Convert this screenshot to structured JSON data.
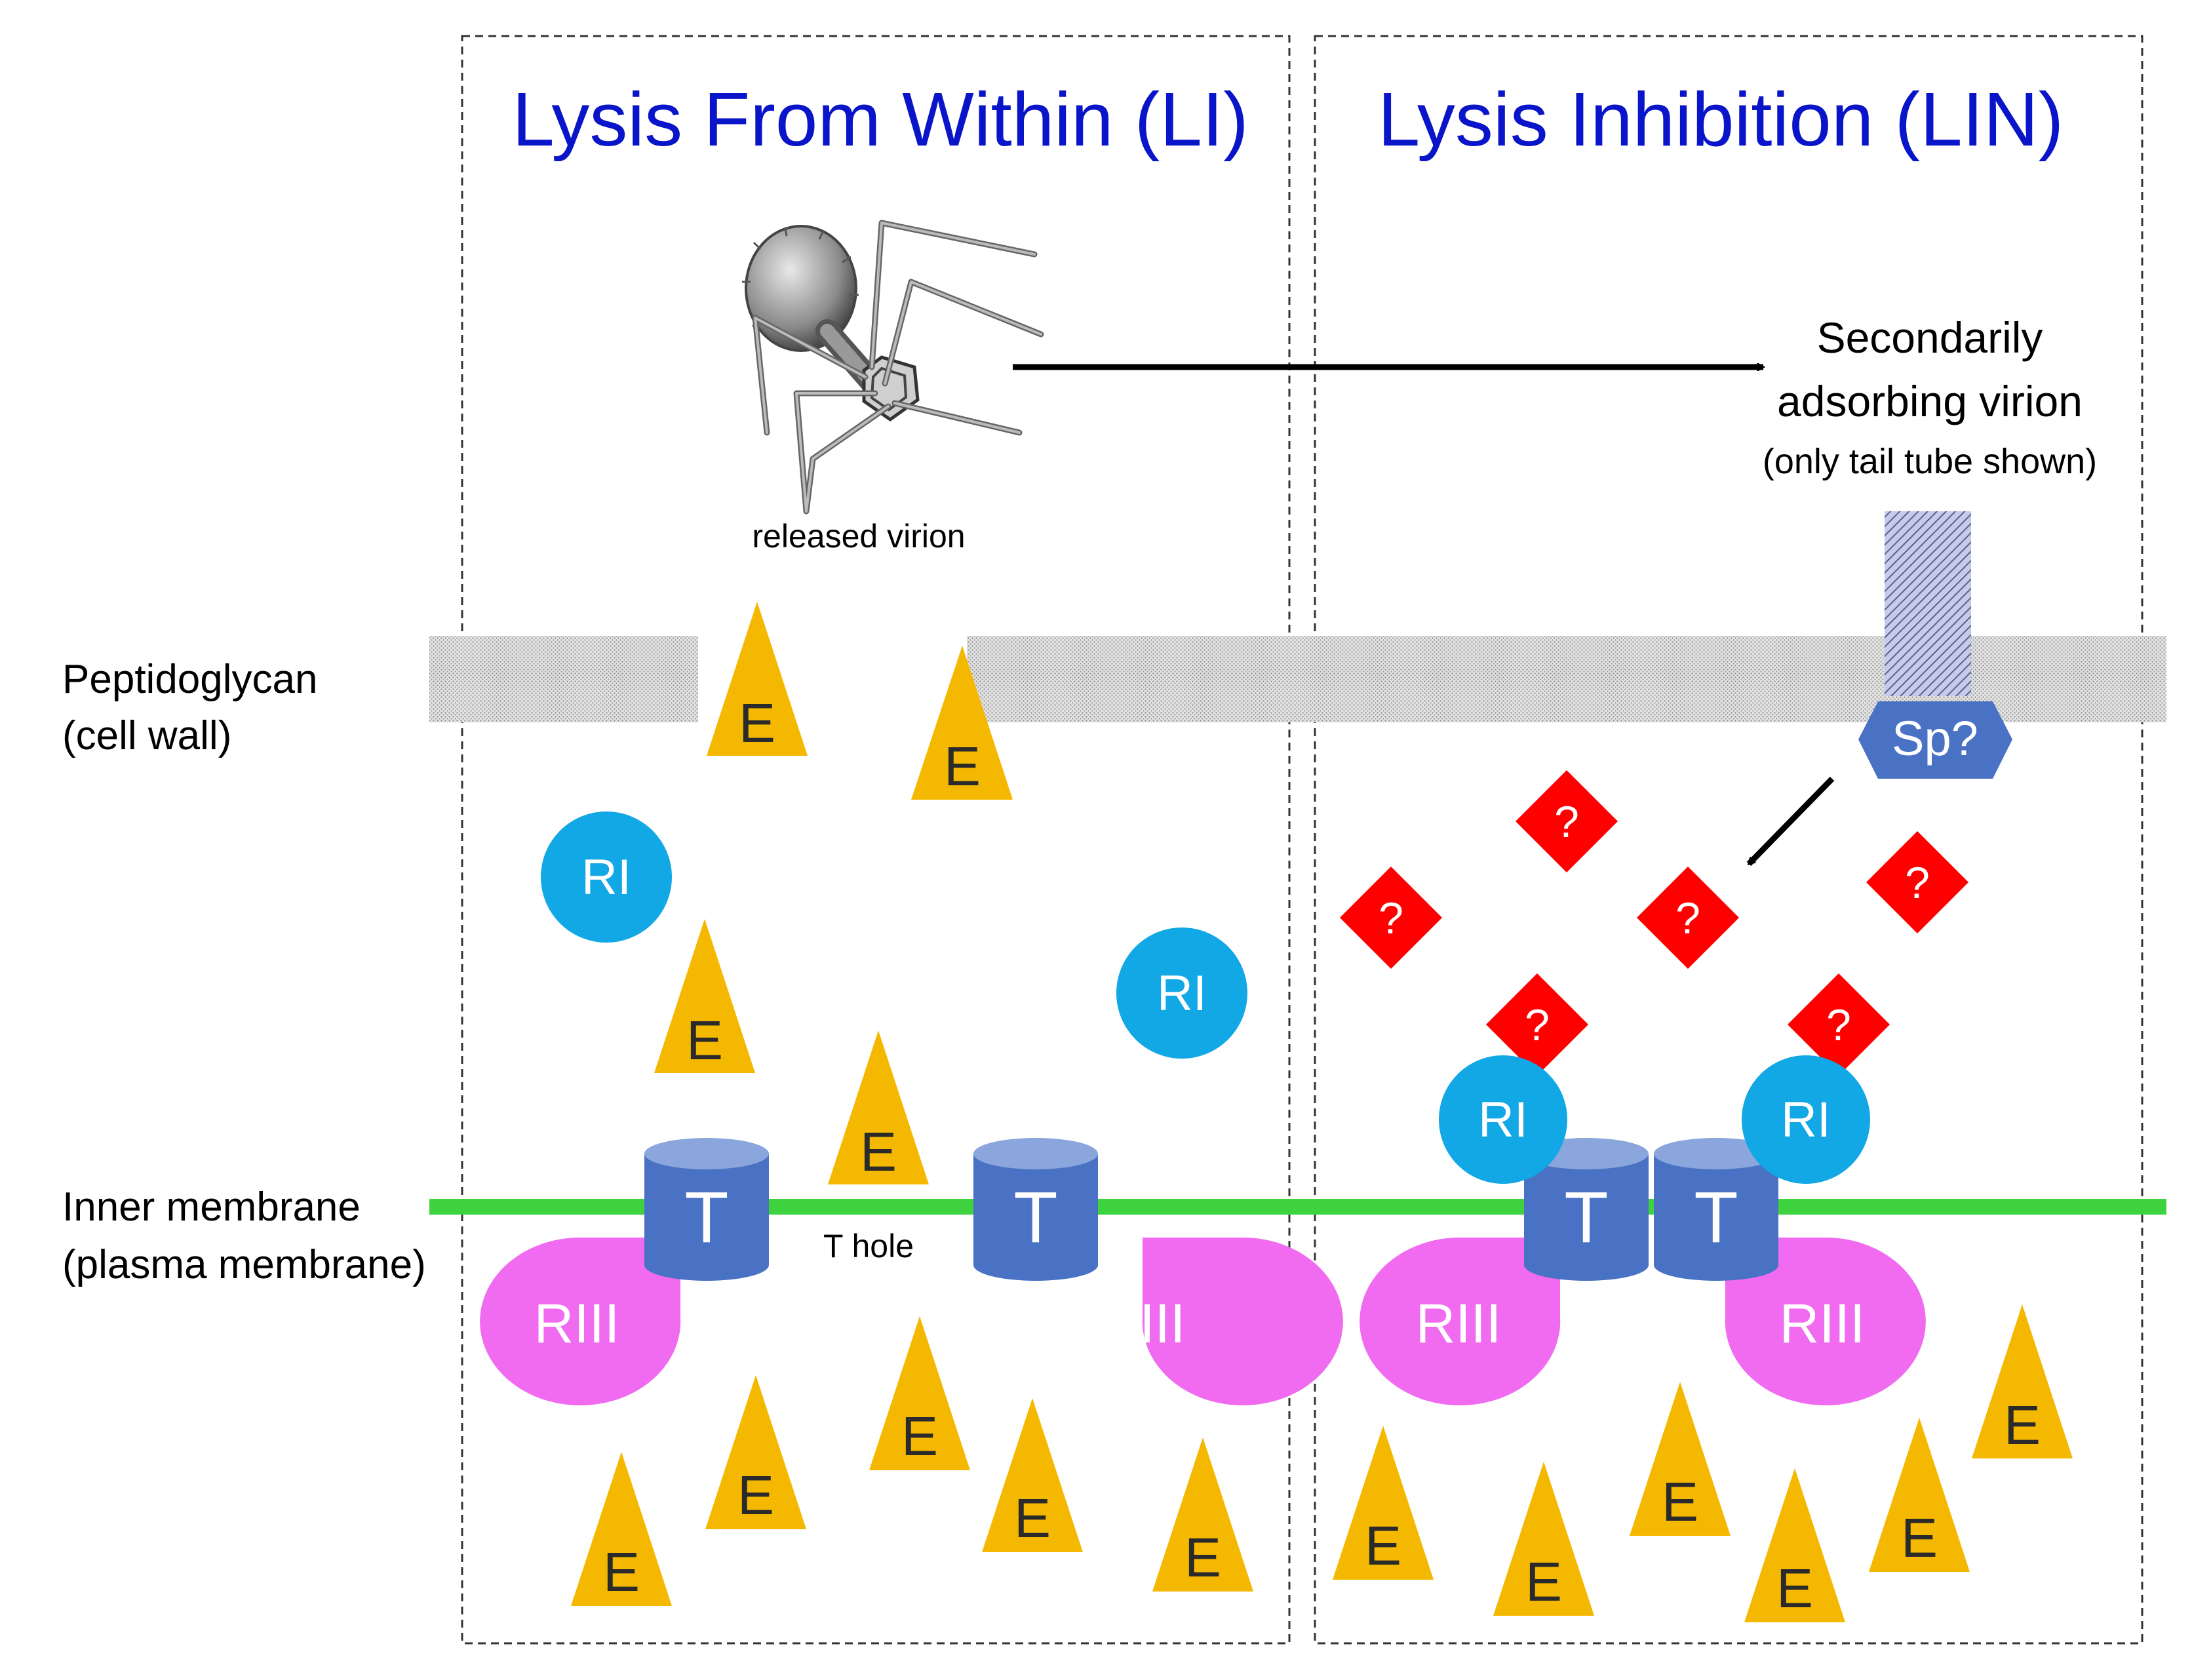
{
  "panels": {
    "left_title": "Lysis From Within (LI)",
    "right_title": "Lysis Inhibition (LIN)"
  },
  "layer_labels": {
    "peptidoglycan_line1": "Peptidoglycan",
    "peptidoglycan_line2": "(cell wall)",
    "membrane_line1": "Inner membrane",
    "membrane_line2": "(plasma membrane)"
  },
  "annotations": {
    "released_virion": "released virion",
    "secondary_line1": "Secondarily",
    "secondary_line2": "adsorbing virion",
    "secondary_line3": "(only tail tube shown)",
    "t_hole": "T hole"
  },
  "proteins": {
    "endolysin": "E",
    "holin": "T",
    "antiholin_ri": "RI",
    "antiholin_riii": "RIII",
    "superinfection_signal": "Sp?",
    "unknown_signal": "?"
  },
  "colors": {
    "title": "#0a14c8",
    "endolysin": "#f5b800",
    "holin_side": "#4a72c4",
    "holin_top": "#8aa6dc",
    "ri": "#12a8e6",
    "riii": "#f06bf0",
    "signal": "#ff0000",
    "membrane": "#3fd23f",
    "cell_wall": "#c8c8c8",
    "sp_hex": "#4a72c4"
  }
}
